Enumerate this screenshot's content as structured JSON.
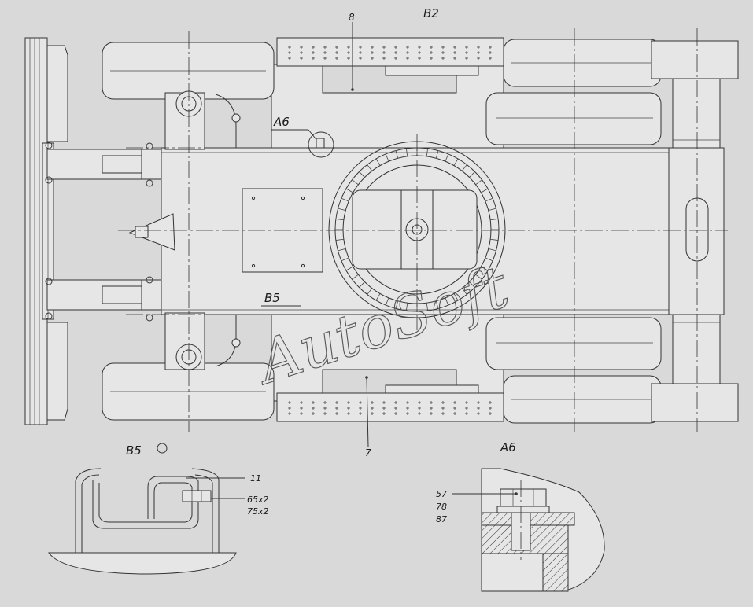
{
  "drawing": {
    "callouts": {
      "part_8": "8",
      "part_7": "7",
      "part_11": "11",
      "part_57": "57",
      "part_78": "78",
      "part_87": "87",
      "qty_65": "65x2",
      "qty_75": "75x2"
    },
    "view_labels": {
      "b2_top": "B2",
      "a6_main": "A6",
      "b5_main": "B5",
      "b5_detail": "B5",
      "a6_detail": "A6"
    },
    "watermark": "AutoSoft"
  },
  "colors": {
    "background": "#d9d9d9",
    "line": "#333333",
    "fill": "#e6e6e6"
  }
}
